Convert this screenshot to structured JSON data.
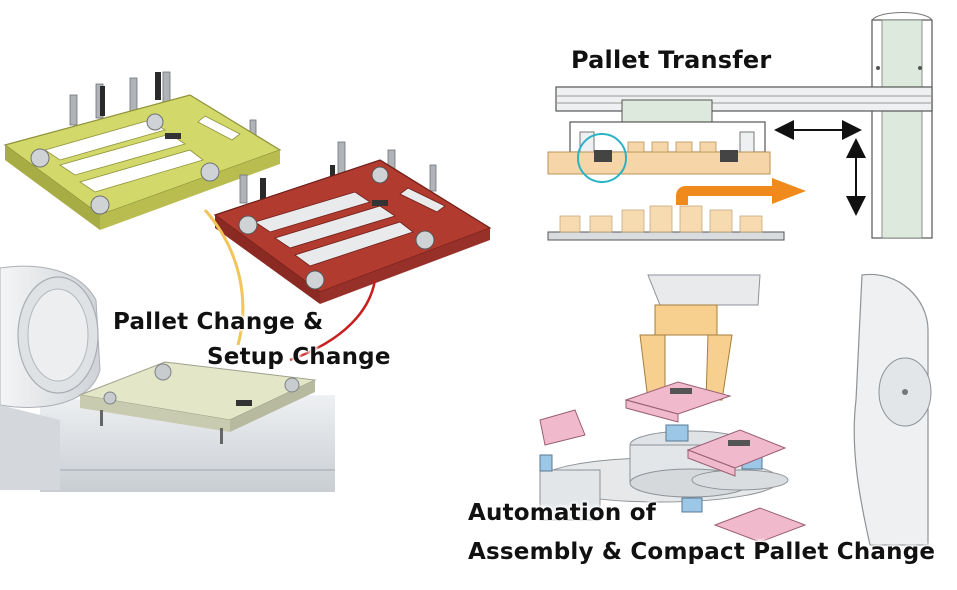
{
  "labels": {
    "pallet_transfer": "Pallet Transfer",
    "pallet_change_line1": "Pallet Change &",
    "pallet_change_line2": "Setup Change",
    "automation_line1": "Automation of",
    "automation_line2": "Assembly & Compact Pallet Change"
  },
  "colors": {
    "yellow_pallet": "#d3d86a",
    "red_pallet": "#b23b30",
    "orange_arrow": "#f08a1c",
    "beige_pallet": "#f6d6a8",
    "gripper": "#f7cf8e",
    "pink_fixture": "#f1b9cc",
    "highlight_circle": "#2ab3c4",
    "yellow_curve": "#f2c45a",
    "red_curve": "#c81e1e"
  }
}
